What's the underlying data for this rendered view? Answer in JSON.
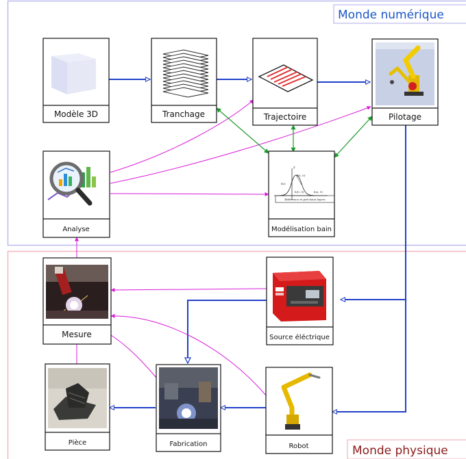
{
  "regions": {
    "digital": {
      "title": "Monde numérique",
      "color": "#1a55c8",
      "border": "#b9b9ee"
    },
    "physical": {
      "title": "Monde physique",
      "color": "#8b1a1a",
      "border": "#f2b5bd"
    }
  },
  "nodes": {
    "modele3d": {
      "label": "Modèle 3D",
      "icon": "cube-icon"
    },
    "tranchage": {
      "label": "Tranchage",
      "icon": "slices-icon"
    },
    "trajectoire": {
      "label": "Trajectoire",
      "icon": "toolpath-icon"
    },
    "pilotage": {
      "label": "Pilotage",
      "icon": "robot-sim-icon"
    },
    "analyse": {
      "label": "Analyse",
      "icon": "magnifier-charts-icon"
    },
    "modelisation": {
      "label": "Modélisation bain",
      "icon": "bead-profile-icon",
      "figure": {
        "labels": [
          "y",
          "f(0, 0)",
          "f(z)",
          "h(0, 0)",
          "h(z, 0)",
          "Référence et précision layers"
        ]
      }
    },
    "mesure": {
      "label": "Mesure",
      "icon": "welding-photo-icon"
    },
    "source": {
      "label": "Source éléctrique",
      "icon": "power-source-icon"
    },
    "piece": {
      "label": "Pièce",
      "icon": "part-photo-icon"
    },
    "fabrication": {
      "label": "Fabrication",
      "icon": "fabrication-photo-icon"
    },
    "robot": {
      "label": "Robot",
      "icon": "robot-arm-icon"
    }
  },
  "colors": {
    "process": "#1f3fc9",
    "data": "#d91ad9",
    "bidirectional": "#1a9a2a"
  }
}
